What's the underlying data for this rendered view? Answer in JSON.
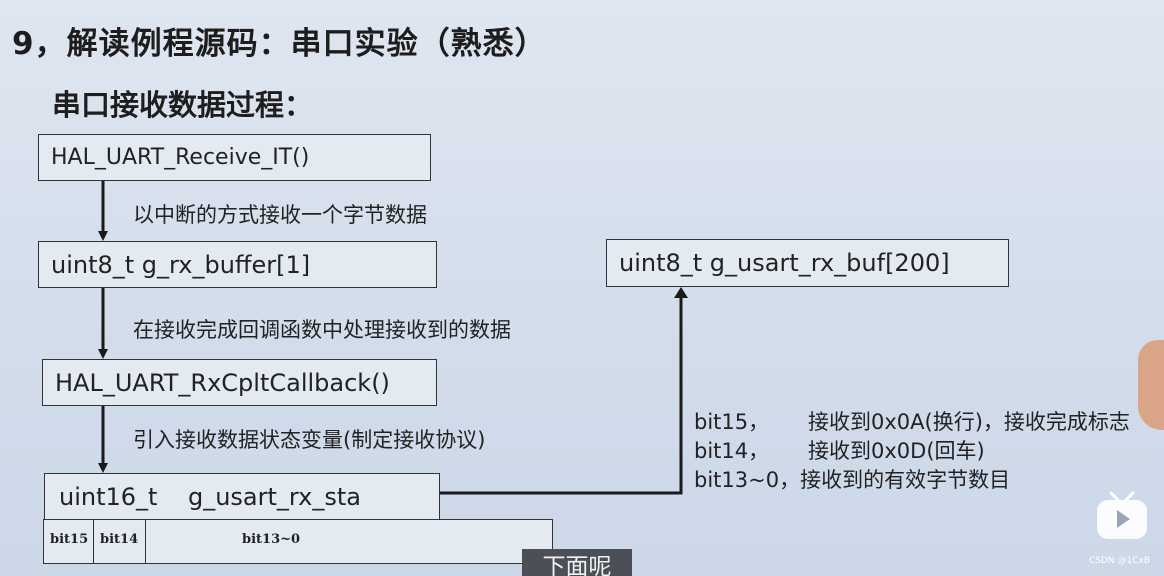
{
  "title": "9，解读例程源码：串口实验（熟悉）",
  "subtitle": "串口接收数据过程：",
  "flow": {
    "box1": "HAL_UART_Receive_IT()",
    "label1": "以中断的方式接收一个字节数据",
    "box2": "uint8_t g_rx_buffer[1]",
    "label2": "在接收完成回调函数中处理接收到的数据",
    "box3": "HAL_UART_RxCpltCallback()",
    "label3": "引入接收数据状态变量(制定接收协议)",
    "box4": "uint16_t    g_usart_rx_sta",
    "buffer_box": "uint8_t g_usart_rx_buf[200]"
  },
  "bits": [
    "bit15",
    "bit14",
    "bit13~0"
  ],
  "descriptions": [
    {
      "key": "bit15，",
      "text": "接收到0x0A(换行)，接收完成标志"
    },
    {
      "key": "bit14，",
      "text": "接收到0x0D(回车)"
    },
    {
      "key": "bit13~0，",
      "text": "接收到的有效字节数目"
    }
  ],
  "caption": "下面呢",
  "watermark": "CSDN @1CxB",
  "icons": {
    "tv": "bilibili-tv-icon"
  }
}
